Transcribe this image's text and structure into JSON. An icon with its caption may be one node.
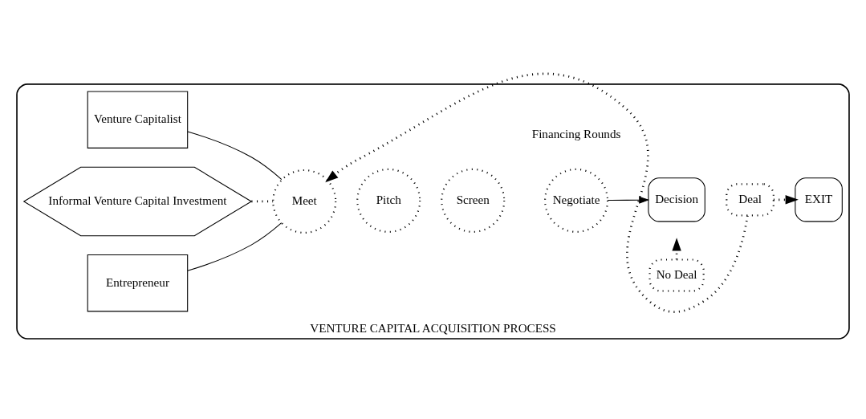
{
  "diagram": {
    "nodes": [
      {
        "text": [
          "VENTURE CAPITAL ACQUISITION PROCESS"
        ]
      },
      {
        "text": [
          "Entrepreneur"
        ],
        "in": 0
      },
      {
        "text": [
          "Informal Venture Capital Investment"
        ],
        "in": 0
      },
      {
        "text": [
          "Meet"
        ],
        "in": 0
      },
      {
        "text": [
          "Pitch"
        ],
        "in": 0
      },
      {
        "text": [
          "Screen"
        ],
        "in": 0
      },
      {
        "text": [
          "Negotiate"
        ],
        "in": 0
      },
      {
        "text": [
          "No Deal"
        ],
        "in": 0
      },
      {
        "text": [
          "Decision"
        ],
        "in": 0
      },
      {
        "text": [
          "Deal"
        ],
        "in": 0
      },
      {
        "text": [
          "EXIT"
        ],
        "in": 0
      },
      {
        "text": [
          "Venture Capitalist"
        ],
        "in": 0
      }
    ],
    "edges": [
      {
        "from": 2,
        "to": 3,
        "arrow": "none",
        "style": "dashed"
      },
      {
        "from": 1,
        "to": 3,
        "arrow": "none"
      },
      {
        "from": 11,
        "to": 3,
        "arrow": "none"
      },
      {
        "from": 6,
        "to": 8,
        "arrow": "to"
      },
      {
        "from": 9,
        "to": 10,
        "arrow": "to",
        "style": "dashed"
      },
      {
        "from": 9,
        "to": 3,
        "arrow": "to",
        "style": "dashed"
      },
      {
        "from": 7,
        "to": null,
        "arrow": "to",
        "style": "dashed"
      }
    ],
    "labels": [
      "Financing Rounds"
    ]
  }
}
